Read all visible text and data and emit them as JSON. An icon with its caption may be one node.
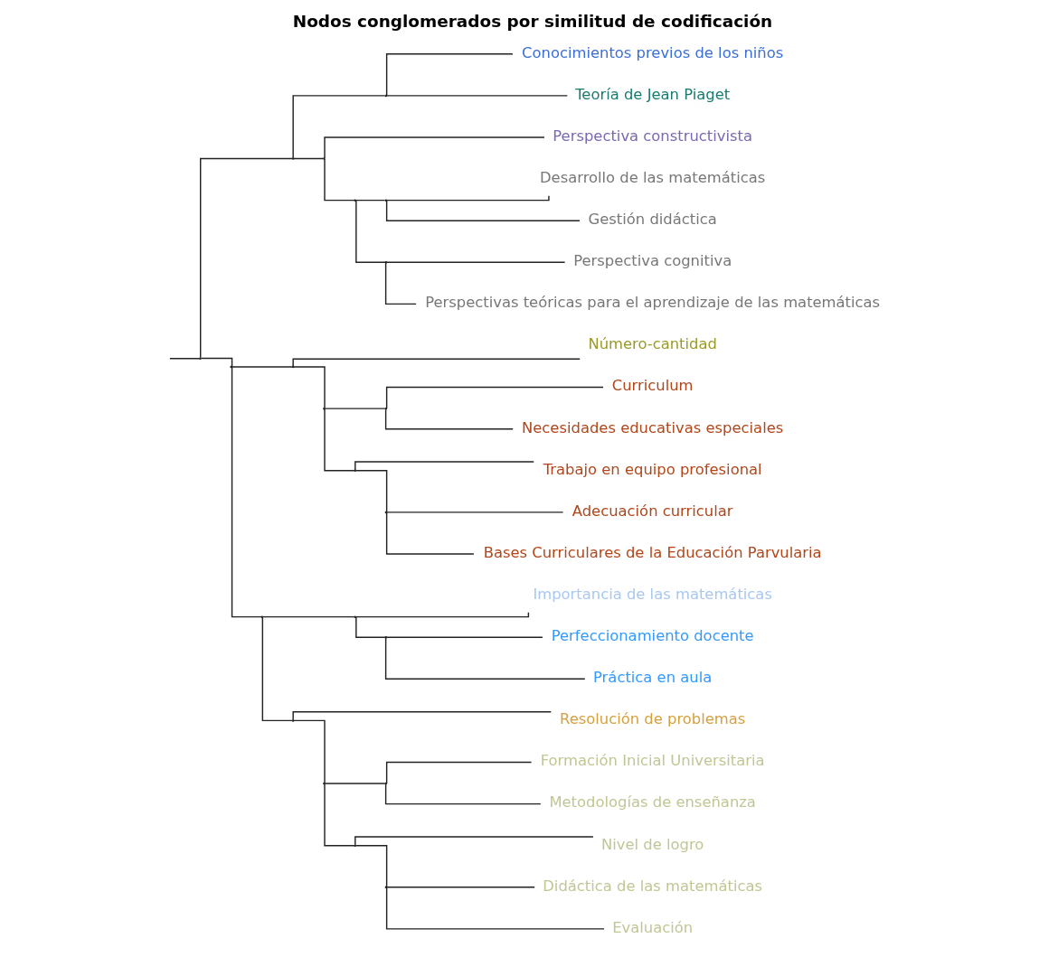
{
  "diagram": {
    "title": "Nodos conglomerados por similitud de codificación",
    "nodes": [
      {
        "text": [],
        "shape": "point"
      },
      {
        "text": [],
        "shape": "point"
      },
      {
        "text": [],
        "shape": "point"
      },
      {
        "text": [
          "Conocimientos previos de los niños"
        ]
      },
      {
        "text": [
          "Teoría de Jean Piaget"
        ]
      },
      {
        "text": [],
        "shape": "point"
      },
      {
        "text": [
          "Perspectiva constructivista"
        ]
      },
      {
        "text": [],
        "shape": "point"
      },
      {
        "text": [],
        "shape": "point"
      },
      {
        "text": [
          "Desarrollo de las matemáticas"
        ]
      },
      {
        "text": [
          "Gestión didáctica"
        ]
      },
      {
        "text": [],
        "shape": "point"
      },
      {
        "text": [
          "Perspectiva cognitiva"
        ]
      },
      {
        "text": [
          "Perspectivas teóricas para el aprendizaje de las matemáticas"
        ]
      },
      {
        "text": [],
        "shape": "point"
      },
      {
        "text": [],
        "shape": "point"
      },
      {
        "text": [
          "Número-cantidad"
        ]
      },
      {
        "text": [],
        "shape": "point"
      },
      {
        "text": [],
        "shape": "point"
      },
      {
        "text": [
          "Curriculum"
        ]
      },
      {
        "text": [
          "Necesidades educativas especiales"
        ]
      },
      {
        "text": [],
        "shape": "point"
      },
      {
        "text": [
          "Trabajo en equipo profesional"
        ]
      },
      {
        "text": [],
        "shape": "point"
      },
      {
        "text": [
          "Adecuación curricular"
        ]
      },
      {
        "text": [
          "Bases Curriculares de la Educación Parvularia"
        ]
      },
      {
        "text": [],
        "shape": "point"
      },
      {
        "text": [],
        "shape": "point"
      },
      {
        "text": [
          "Importancia de las matemáticas"
        ]
      },
      {
        "text": [],
        "shape": "point"
      },
      {
        "text": [
          "Perfeccionamiento docente"
        ]
      },
      {
        "text": [
          "Práctica en aula"
        ]
      },
      {
        "text": [],
        "shape": "point"
      },
      {
        "text": [
          "Resolución de problemas"
        ]
      },
      {
        "text": [],
        "shape": "point"
      },
      {
        "text": [],
        "shape": "point"
      },
      {
        "text": [
          "Formación Inicial Universitaria"
        ]
      },
      {
        "text": [
          "Metodologías de enseñanza"
        ]
      },
      {
        "text": [],
        "shape": "point"
      },
      {
        "text": [
          "Nivel de logro"
        ]
      },
      {
        "text": [],
        "shape": "point"
      },
      {
        "text": [
          "Didáctica de las matemáticas"
        ]
      },
      {
        "text": [
          "Evaluación"
        ]
      }
    ],
    "edges": [
      {
        "from": null,
        "to": 0,
        "arrow": "none"
      },
      {
        "from": 0,
        "to": 1,
        "arrow": "none"
      },
      {
        "from": 1,
        "to": 2,
        "arrow": "none"
      },
      {
        "from": 2,
        "to": 3,
        "arrow": "none"
      },
      {
        "from": 2,
        "to": 4,
        "arrow": "none"
      },
      {
        "from": 1,
        "to": 5,
        "arrow": "none"
      },
      {
        "from": 5,
        "to": 6,
        "arrow": "none"
      },
      {
        "from": 5,
        "to": 7,
        "arrow": "none"
      },
      {
        "from": 7,
        "to": 8,
        "arrow": "none"
      },
      {
        "from": 8,
        "to": 9,
        "arrow": "none"
      },
      {
        "from": 8,
        "to": 10,
        "arrow": "none"
      },
      {
        "from": 7,
        "to": 11,
        "arrow": "none"
      },
      {
        "from": 11,
        "to": 12,
        "arrow": "none"
      },
      {
        "from": 11,
        "to": 13,
        "arrow": "none"
      },
      {
        "from": 0,
        "to": 14,
        "arrow": "none"
      },
      {
        "from": 14,
        "to": 15,
        "arrow": "none"
      },
      {
        "from": 15,
        "to": 16,
        "arrow": "none"
      },
      {
        "from": 15,
        "to": 17,
        "arrow": "none"
      },
      {
        "from": 17,
        "to": 18,
        "arrow": "none"
      },
      {
        "from": 18,
        "to": 19,
        "arrow": "none"
      },
      {
        "from": 18,
        "to": 20,
        "arrow": "none"
      },
      {
        "from": 17,
        "to": 21,
        "arrow": "none"
      },
      {
        "from": 21,
        "to": 22,
        "arrow": "none"
      },
      {
        "from": 21,
        "to": 23,
        "arrow": "none"
      },
      {
        "from": 23,
        "to": 24,
        "arrow": "none"
      },
      {
        "from": 23,
        "to": 25,
        "arrow": "none"
      },
      {
        "from": 14,
        "to": 26,
        "arrow": "none"
      },
      {
        "from": 26,
        "to": 27,
        "arrow": "none"
      },
      {
        "from": 27,
        "to": 28,
        "arrow": "none"
      },
      {
        "from": 27,
        "to": 29,
        "arrow": "none"
      },
      {
        "from": 29,
        "to": 30,
        "arrow": "none"
      },
      {
        "from": 29,
        "to": 31,
        "arrow": "none"
      },
      {
        "from": 26,
        "to": 32,
        "arrow": "none"
      },
      {
        "from": 32,
        "to": 33,
        "arrow": "none"
      },
      {
        "from": 32,
        "to": 34,
        "arrow": "none"
      },
      {
        "from": 34,
        "to": 35,
        "arrow": "none"
      },
      {
        "from": 35,
        "to": 36,
        "arrow": "none"
      },
      {
        "from": 35,
        "to": 37,
        "arrow": "none"
      },
      {
        "from": 34,
        "to": 38,
        "arrow": "none"
      },
      {
        "from": 38,
        "to": 39,
        "arrow": "none"
      },
      {
        "from": 38,
        "to": 40,
        "arrow": "none"
      },
      {
        "from": 40,
        "to": 41,
        "arrow": "none"
      },
      {
        "from": 40,
        "to": 42,
        "arrow": "none"
      }
    ]
  }
}
